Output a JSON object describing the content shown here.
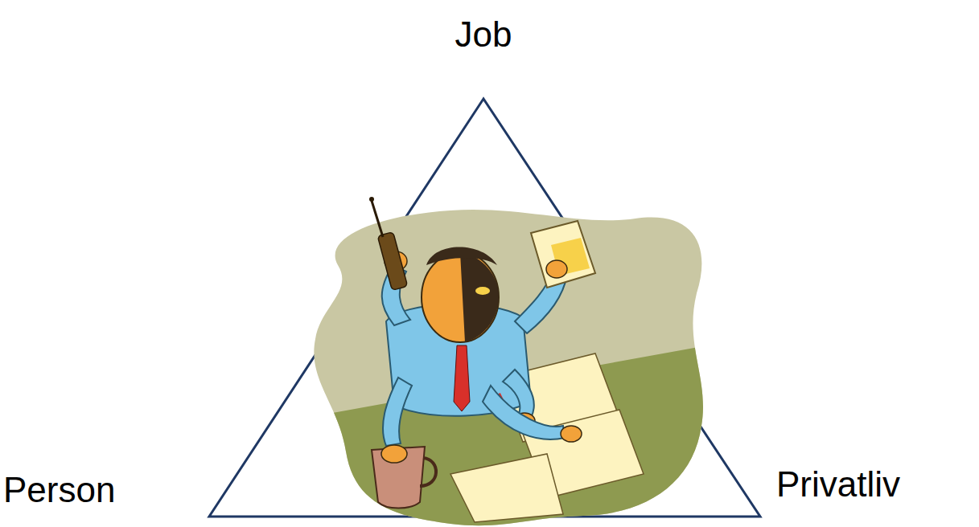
{
  "diagram": {
    "labels": [
      "Job",
      "Person",
      "Privatliv"
    ]
  }
}
